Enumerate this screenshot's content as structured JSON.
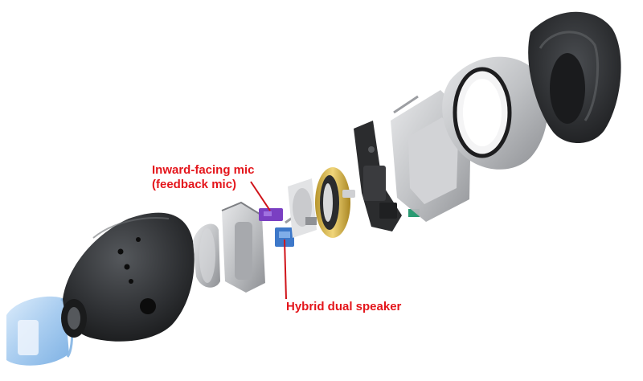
{
  "annotations": {
    "mic_label_line1": "Inward-facing mic",
    "mic_label_line2": "(feedback mic)",
    "speaker_label": "Hybrid dual speaker"
  },
  "colors": {
    "annotation_text": "#e4151b",
    "leader_line": "#d0141a",
    "mic_part": "#7a3fc2",
    "speaker_part": "#3d78c9",
    "shell_dark": "#2e3033",
    "shell_light": "#c8c9cc",
    "ear_tip": "#a9cdf0",
    "gold_ring": "#d4b24a",
    "green_chip": "#2a9a72"
  },
  "parts": [
    "ear-tip",
    "front-shell",
    "front-cover",
    "acoustic-housing",
    "feedback-mic",
    "hybrid-speaker",
    "speaker-bracket",
    "balanced-armature-ring",
    "circuit-module",
    "battery-frame",
    "rear-cover-ring",
    "rear-shell"
  ]
}
